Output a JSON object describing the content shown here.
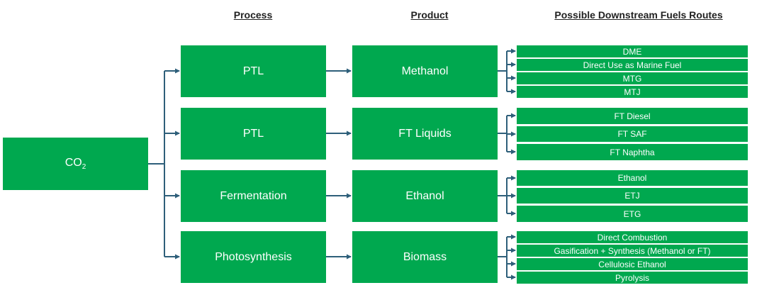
{
  "headers": {
    "process": "Process",
    "product": "Product",
    "routes": "Possible Downstream Fuels Routes"
  },
  "source": {
    "main": "CO",
    "sub": "2"
  },
  "rows": [
    {
      "process": "PTL",
      "product": "Methanol",
      "routes": [
        "DME",
        "Direct Use as Marine Fuel",
        "MTG",
        "MTJ"
      ]
    },
    {
      "process": "PTL",
      "product": "FT Liquids",
      "routes": [
        "FT Diesel",
        "FT SAF",
        "FT Naphtha"
      ]
    },
    {
      "process": "Fermentation",
      "product": "Ethanol",
      "routes": [
        "Ethanol",
        "ETJ",
        "ETG"
      ]
    },
    {
      "process": "Photosynthesis",
      "product": "Biomass",
      "routes": [
        "Direct Combustion",
        "Gasification + Synthesis (Methanol or FT)",
        "Cellulosic Ethanol",
        "Pyrolysis"
      ]
    }
  ],
  "colors": {
    "box": "#00a84f",
    "connector": "#2e5f7a",
    "text": "#ffffff"
  }
}
